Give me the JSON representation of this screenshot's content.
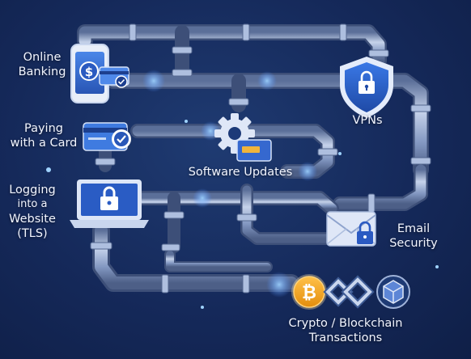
{
  "labels": {
    "online_banking": [
      "Online",
      "Banking"
    ],
    "paying_card": [
      "Paying",
      "with a Card"
    ],
    "logging_website": [
      "Logging",
      "into a",
      "Website",
      "(TLS)"
    ],
    "software_updates": "Software Updates",
    "vpns": "VPNs",
    "email_security": [
      "Email",
      "Security"
    ],
    "crypto": [
      "Crypto / Blockchain",
      "Transactions"
    ]
  },
  "icons": {
    "phone": "phone-dollar-icon",
    "card": "credit-card-check-icon",
    "laptop": "laptop-lock-icon",
    "gear": "gear-card-icon",
    "shield": "shield-lock-icon",
    "envelope": "envelope-lock-icon",
    "bitcoin": "bitcoin-icon",
    "chain": "chain-link-icon",
    "block": "cube-block-icon"
  },
  "colors": {
    "background": "#15295a",
    "pipe": "#7d93bd",
    "pipe_highlight": "#c9d6ee",
    "flow_glow": "#7fc4ff",
    "bitcoin": "#f5a623",
    "icon_blue": "#4a7fe0"
  }
}
